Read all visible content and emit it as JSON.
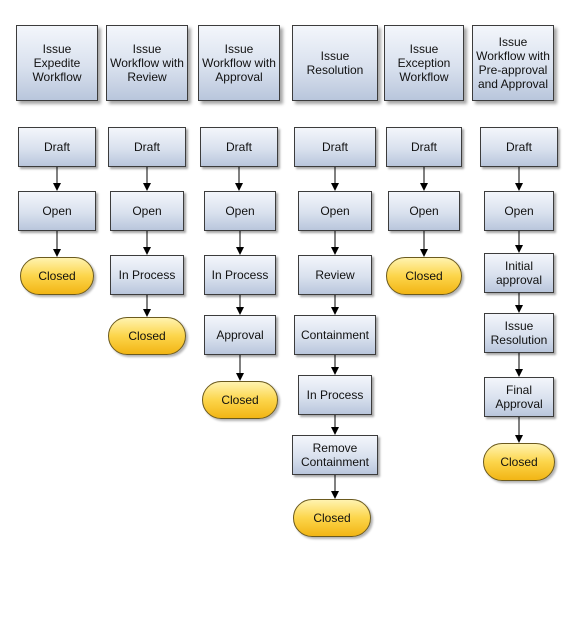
{
  "columns": [
    {
      "header": "Issue\nExpedite\nWorkflow",
      "steps": [
        "Draft",
        "Open"
      ],
      "end": "Closed"
    },
    {
      "header": "Issue\nWorkflow with\nReview",
      "steps": [
        "Draft",
        "Open",
        "In Process"
      ],
      "end": "Closed"
    },
    {
      "header": "Issue\nWorkflow with\nApproval",
      "steps": [
        "Draft",
        "Open",
        "In Process",
        "Approval"
      ],
      "end": "Closed"
    },
    {
      "header": "Issue\nResolution",
      "steps": [
        "Draft",
        "Open",
        "Review",
        "Containment",
        "In Process",
        "Remove\nContainment"
      ],
      "end": "Closed"
    },
    {
      "header": "Issue\nException\nWorkflow",
      "steps": [
        "Draft",
        "Open"
      ],
      "end": "Closed"
    },
    {
      "header": "Issue\nWorkflow with\nPre-approval\nand Approval",
      "steps": [
        "Draft",
        "Open",
        "Initial\napproval",
        "Issue\nResolution",
        "Final\nApproval"
      ],
      "end": "Closed"
    }
  ]
}
